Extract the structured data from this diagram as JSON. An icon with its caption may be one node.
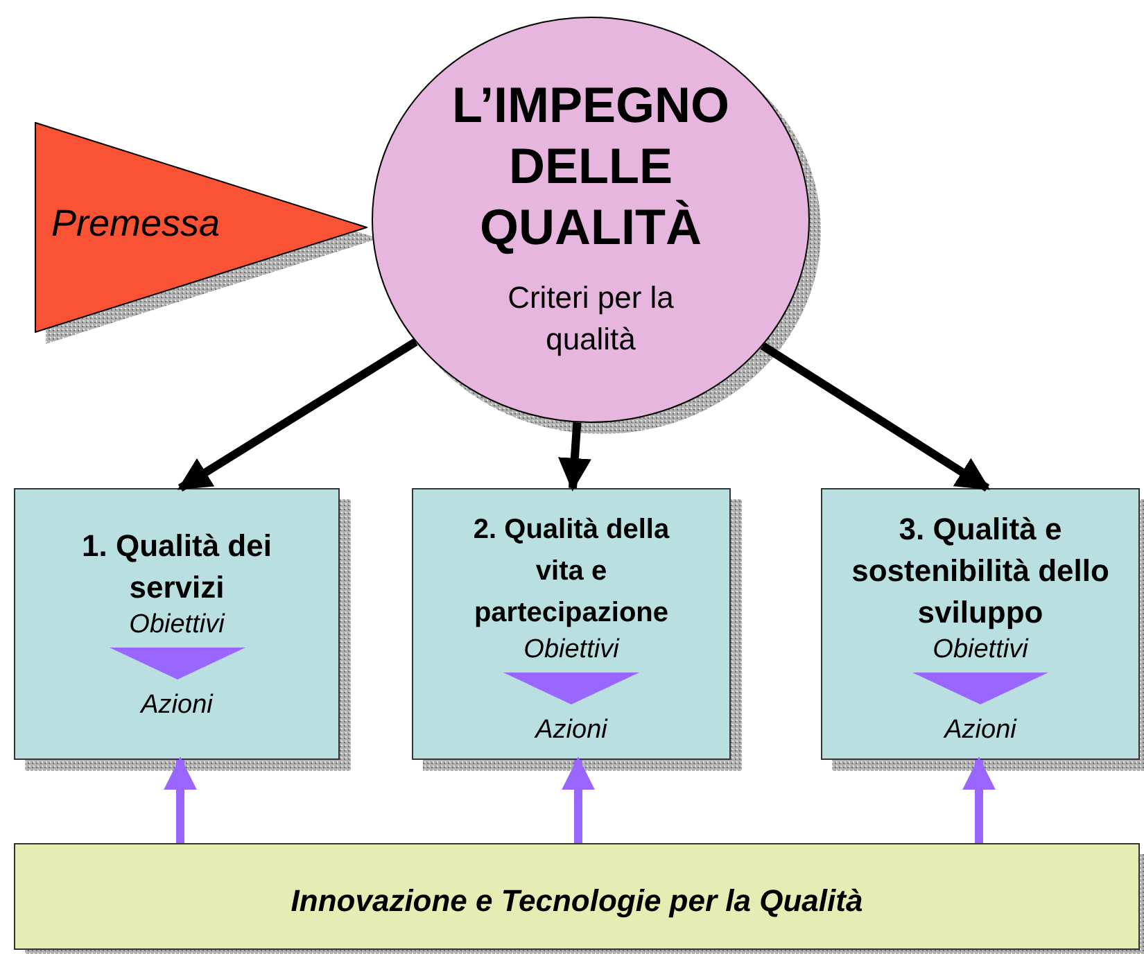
{
  "diagram": {
    "nodes": [
      {
        "text": [
          "Premessa"
        ]
      },
      {
        "text": [
          "L’IMPEGNO DELLE QUALITÀ",
          "Criteri per la qualità"
        ]
      },
      {
        "text": [
          "1. Qualità dei servizi",
          "Obiettivi",
          "Azioni"
        ]
      },
      {
        "text": [
          "2. Qualità della vita e partecipazione",
          "Obiettivi",
          "Azioni"
        ]
      },
      {
        "text": [
          "3. Qualità e sostenibilità dello sviluppo",
          "Obiettivi",
          "Azioni"
        ]
      },
      {
        "text": [
          "Innovazione e Tecnologie per la Qualità"
        ]
      }
    ],
    "edges": [
      {
        "from": 1,
        "to": 2,
        "arrow": "to"
      },
      {
        "from": 1,
        "to": 3,
        "arrow": "to"
      },
      {
        "from": 1,
        "to": 4,
        "arrow": "to"
      },
      {
        "from": 5,
        "to": 2,
        "arrow": "to",
        "color": "#9966ff"
      },
      {
        "from": 5,
        "to": 3,
        "arrow": "to",
        "color": "#9966ff"
      },
      {
        "from": 5,
        "to": 4,
        "arrow": "to",
        "color": "#9966ff"
      }
    ]
  }
}
